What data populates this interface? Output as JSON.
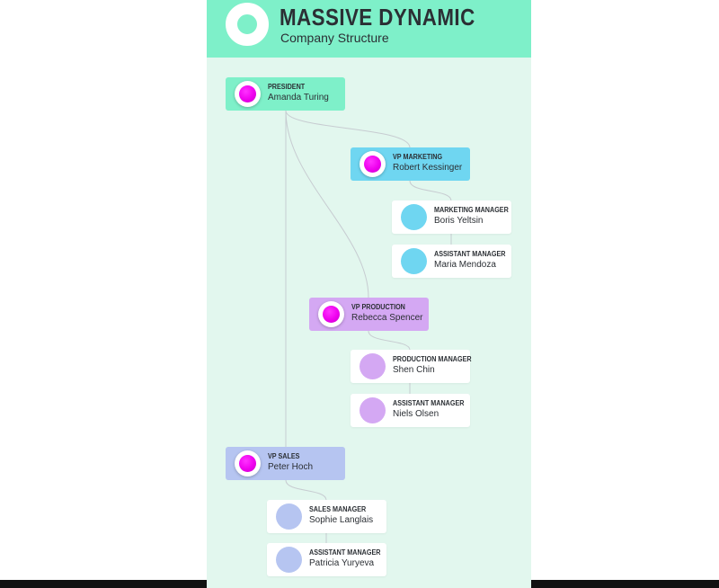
{
  "header": {
    "company_name": "MASSIVE DYNAMIC",
    "subtitle": "Company Structure"
  },
  "colors": {
    "header_bg": "#7ef0c9",
    "page_bg": "#e2f7ee",
    "president": "#7ef0c9",
    "marketing": "#6fd6f1",
    "production": "#d4a8f3",
    "sales": "#b6c5f1",
    "avatar_highlight": "#ff00ff",
    "connector": "#c7ccd1"
  },
  "nodes": {
    "president": {
      "role": "PRESIDENT",
      "name": "Amanda Turing"
    },
    "vp_marketing": {
      "role": "VP MARKETING",
      "name": "Robert Kessinger"
    },
    "marketing_manager": {
      "role": "MARKETING MANAGER",
      "name": "Boris Yeltsin"
    },
    "marketing_assistant": {
      "role": "ASSISTANT MANAGER",
      "name": "Maria Mendoza"
    },
    "vp_production": {
      "role": "VP PRODUCTION",
      "name": "Rebecca Spencer"
    },
    "production_manager": {
      "role": "PRODUCTION MANAGER",
      "name": "Shen Chin"
    },
    "production_assistant": {
      "role": "ASSISTANT MANAGER",
      "name": "Niels Olsen"
    },
    "vp_sales": {
      "role": "VP SALES",
      "name": "Peter Hoch"
    },
    "sales_manager": {
      "role": "SALES MANAGER",
      "name": "Sophie Langlais"
    },
    "sales_assistant": {
      "role": "ASSISTANT MANAGER",
      "name": "Patricia Yuryeva"
    }
  }
}
